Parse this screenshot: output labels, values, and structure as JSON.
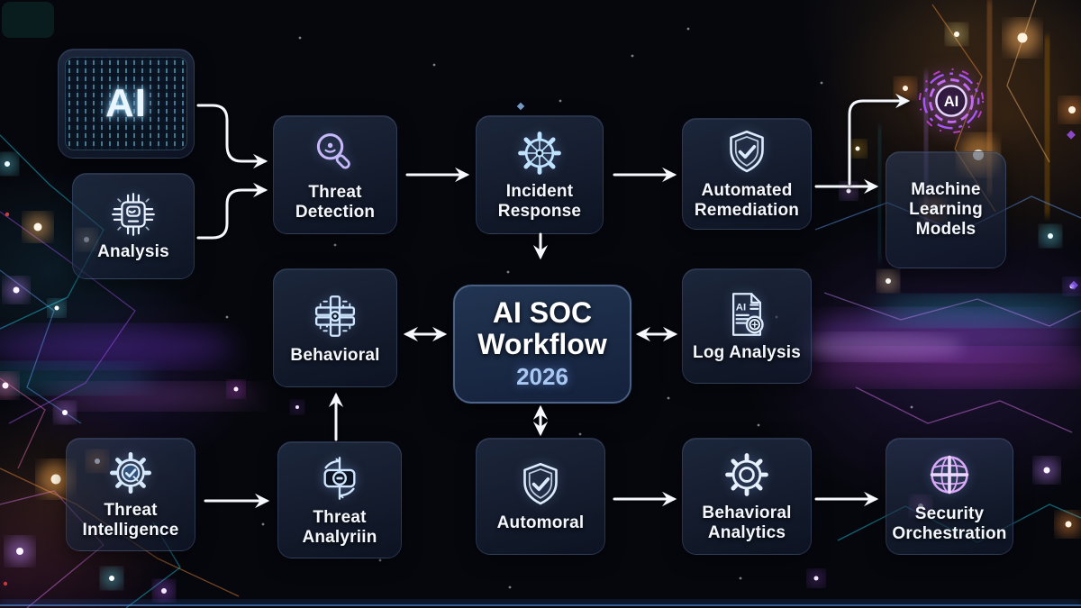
{
  "diagram": {
    "center_title": "AI SOC Workflow",
    "center_year": "2026"
  },
  "nodes": {
    "ai_source": {
      "label": "AI",
      "icon": "ai-data-panel-icon"
    },
    "analysis": {
      "label": "Analysis",
      "icon": "chip-analysis-icon"
    },
    "threat_detection": {
      "label": "Threat Detection",
      "icon": "magnifier-eye-icon"
    },
    "incident_response": {
      "label": "Incident Response",
      "icon": "gear-wheel-icon"
    },
    "automated_remediation": {
      "label": "Automated Remediation",
      "icon": "shield-check-icon"
    },
    "ai_badge": {
      "label": "AI",
      "icon": "ai-circle-badge-icon"
    },
    "machine_learning_models": {
      "label": "Machine Learning Models",
      "icon": "none"
    },
    "behavioral": {
      "label": "Behavioral",
      "icon": "circuit-cross-icon"
    },
    "log_analysis": {
      "label": "Log Analysis",
      "icon": "ai-document-icon"
    },
    "log_doc": {
      "text": "AI"
    },
    "threat_intelligence": {
      "label": "Threat Intelligence",
      "icon": "gear-check-icon"
    },
    "threat_analysis": {
      "label": "Threat Analyriin",
      "icon": "camera-crosshair-icon"
    },
    "automoral": {
      "label": "Automoral",
      "icon": "shield-check-icon"
    },
    "behavioral_analytics": {
      "label": "Behavioral Analytics",
      "icon": "cog-icon"
    },
    "security_orchestration": {
      "label": "Security Orchestration",
      "icon": "globe-quadrant-icon"
    }
  },
  "connections": [
    {
      "from": "ai_source",
      "to": "threat_detection",
      "type": "arrow"
    },
    {
      "from": "analysis",
      "to": "threat_detection",
      "type": "arrow"
    },
    {
      "from": "threat_detection",
      "to": "incident_response",
      "type": "arrow"
    },
    {
      "from": "incident_response",
      "to": "automated_remediation",
      "type": "arrow"
    },
    {
      "from": "incident_response",
      "to": "ai_soc_workflow",
      "type": "arrow"
    },
    {
      "from": "automated_remediation",
      "to": "machine_learning_models",
      "type": "arrow"
    },
    {
      "from": "automated_remediation",
      "to": "ai_badge",
      "type": "arrow"
    },
    {
      "from": "behavioral",
      "to": "ai_soc_workflow",
      "type": "double-arrow"
    },
    {
      "from": "log_analysis",
      "to": "ai_soc_workflow",
      "type": "double-arrow"
    },
    {
      "from": "automoral",
      "to": "ai_soc_workflow",
      "type": "double-arrow"
    },
    {
      "from": "threat_analysis",
      "to": "behavioral",
      "type": "arrow"
    },
    {
      "from": "threat_intelligence",
      "to": "threat_analysis",
      "type": "arrow"
    },
    {
      "from": "automoral",
      "to": "behavioral_analytics",
      "type": "arrow"
    },
    {
      "from": "behavioral_analytics",
      "to": "security_orchestration",
      "type": "arrow"
    }
  ],
  "colors": {
    "background": "#06070d",
    "node_fill": "#1b2740",
    "node_border": "#46628f",
    "arrow": "#f5f8fc",
    "label_text": "#f4f7fc",
    "year_text": "#a9c9f2",
    "accent_purple": "#c4b5fd",
    "accent_cyan": "#8fd6f7",
    "accent_orange": "#ffa94d",
    "accent_magenta": "#e879f9"
  }
}
